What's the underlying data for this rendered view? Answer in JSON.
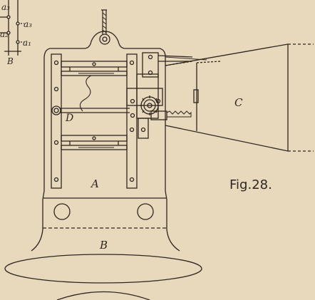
{
  "figure": {
    "caption": "Fig.28.",
    "labels": {
      "A": "A",
      "B_base": "B",
      "C": "C",
      "D": "D",
      "B_inset": "B",
      "a1": "a₁",
      "a2": "a₂",
      "a3": "a₃",
      "a_top": "a₃"
    }
  },
  "colors": {
    "paper": "#e8d9bd",
    "ink": "#2e2620"
  }
}
